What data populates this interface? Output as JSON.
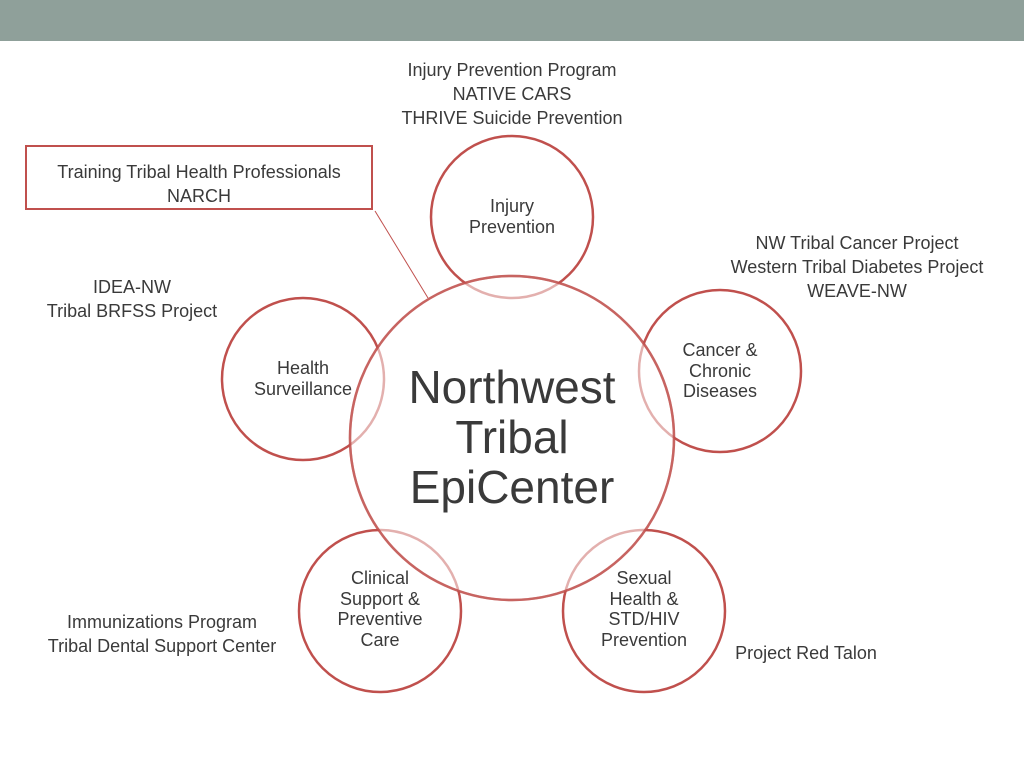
{
  "colors": {
    "top_bar": "#8fa09a",
    "accent_red": "#c0504d",
    "text": "#3a3a3a"
  },
  "center": {
    "lines": [
      "Northwest",
      "Tribal",
      "EpiCenter"
    ]
  },
  "nodes": {
    "injury_prevention": {
      "lines": [
        "Injury",
        "Prevention"
      ]
    },
    "cancer_chronic": {
      "lines": [
        "Cancer &",
        "Chronic",
        "Diseases"
      ]
    },
    "sexual_health": {
      "lines": [
        "Sexual",
        "Health &",
        "STD/HIV",
        "Prevention"
      ]
    },
    "clinical_support": {
      "lines": [
        "Clinical",
        "Support &",
        "Preventive",
        "Care"
      ]
    },
    "health_surveillance": {
      "lines": [
        "Health",
        "Surveillance"
      ]
    }
  },
  "programs": {
    "injury": [
      "Injury Prevention Program",
      "NATIVE CARS",
      "THRIVE Suicide Prevention"
    ],
    "cancer": [
      "NW Tribal Cancer Project",
      "Western Tribal Diabetes Project",
      "WEAVE-NW"
    ],
    "sexual": [
      "Project Red Talon"
    ],
    "clinical": [
      "Immunizations Program",
      "Tribal Dental Support Center"
    ],
    "surveillance": [
      "IDEA-NW",
      "Tribal BRFSS Project"
    ]
  },
  "callout": {
    "lines": [
      "Training Tribal Health Professionals",
      "NARCH"
    ]
  }
}
